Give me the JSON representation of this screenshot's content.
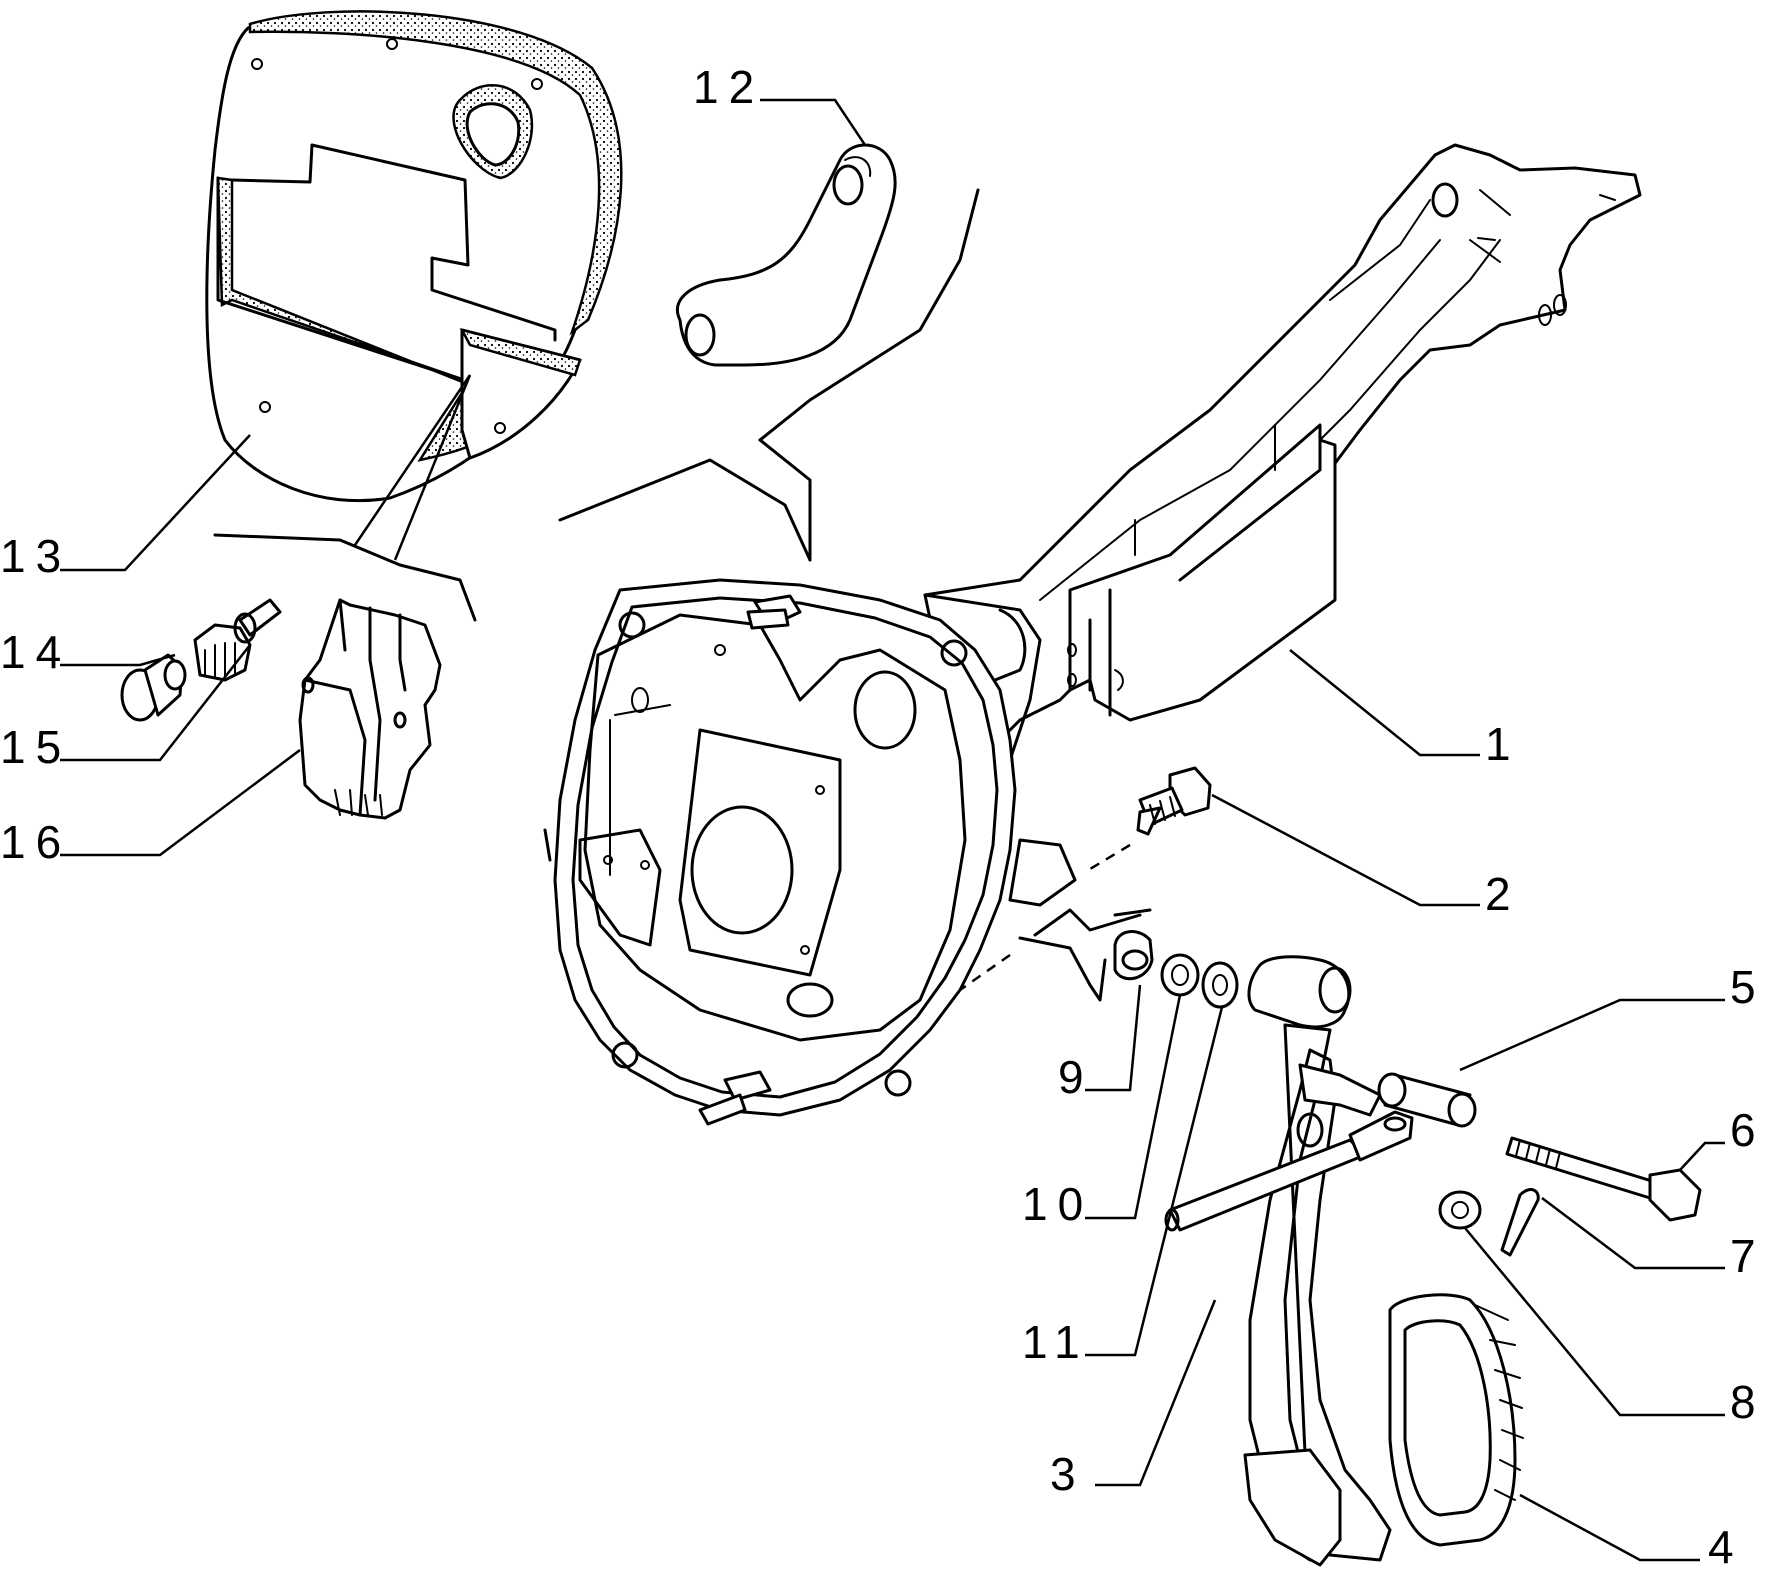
{
  "figure": {
    "callouts": [
      {
        "id": "c1",
        "label": "1"
      },
      {
        "id": "c2",
        "label": "2"
      },
      {
        "id": "c3",
        "label": "3"
      },
      {
        "id": "c4",
        "label": "4"
      },
      {
        "id": "c5",
        "label": "5"
      },
      {
        "id": "c6",
        "label": "6"
      },
      {
        "id": "c7",
        "label": "7"
      },
      {
        "id": "c8",
        "label": "8"
      },
      {
        "id": "c9",
        "label": "9"
      },
      {
        "id": "c10",
        "label": "10"
      },
      {
        "id": "c11",
        "label": "11"
      },
      {
        "id": "c12",
        "label": "12"
      },
      {
        "id": "c13",
        "label": "13"
      },
      {
        "id": "c14",
        "label": "14"
      },
      {
        "id": "c15",
        "label": "15"
      },
      {
        "id": "c16",
        "label": "16"
      }
    ]
  }
}
